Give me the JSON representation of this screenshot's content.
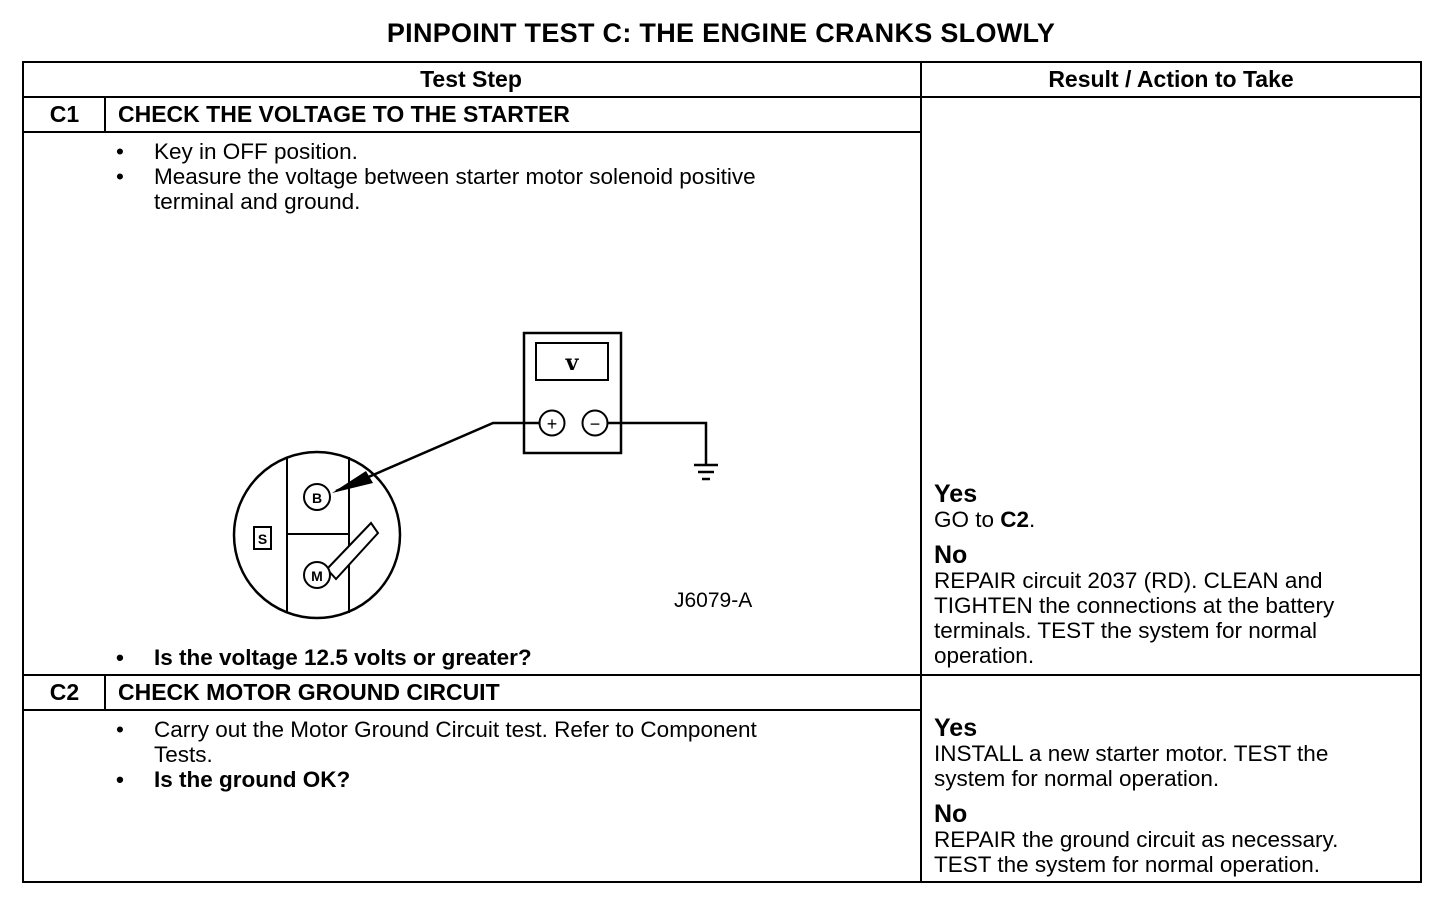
{
  "title": "PINPOINT TEST  C: THE ENGINE CRANKS SLOWLY",
  "headers": {
    "test_step": "Test Step",
    "result": "Result / Action to Take"
  },
  "steps": [
    {
      "id": "C1",
      "title": "CHECK THE VOLTAGE TO THE STARTER",
      "bullets": [
        {
          "text": "Key in OFF position."
        },
        {
          "lines": [
            "Measure the voltage between starter motor solenoid positive",
            "terminal and ground."
          ]
        }
      ],
      "figure": {
        "meter_symbol": "v",
        "plus": "+",
        "minus": "−",
        "terminal_b": "B",
        "terminal_m": "M",
        "terminal_s": "S",
        "label": "J6079-A"
      },
      "question": "Is the voltage 12.5 volts or greater?",
      "results": {
        "yes_label": "Yes",
        "yes_prefix": "GO to ",
        "yes_target": "C2",
        "yes_suffix": ".",
        "no_label": "No",
        "no_lines": [
          "REPAIR circuit 2037 (RD). CLEAN and",
          "TIGHTEN the connections at the battery",
          "terminals. TEST the system for normal",
          "operation."
        ]
      }
    },
    {
      "id": "C2",
      "title": "CHECK MOTOR GROUND CIRCUIT",
      "bullets": [
        {
          "lines": [
            "Carry out the Motor Ground Circuit test. Refer to Component",
            "Tests."
          ]
        }
      ],
      "question": "Is the ground OK?",
      "results": {
        "yes_label": "Yes",
        "yes_lines": [
          "INSTALL a new starter motor. TEST the",
          "system for normal operation."
        ],
        "no_label": "No",
        "no_lines": [
          "REPAIR the ground circuit as necessary.",
          "TEST the system for normal operation."
        ]
      }
    }
  ],
  "bullet_char": "•"
}
